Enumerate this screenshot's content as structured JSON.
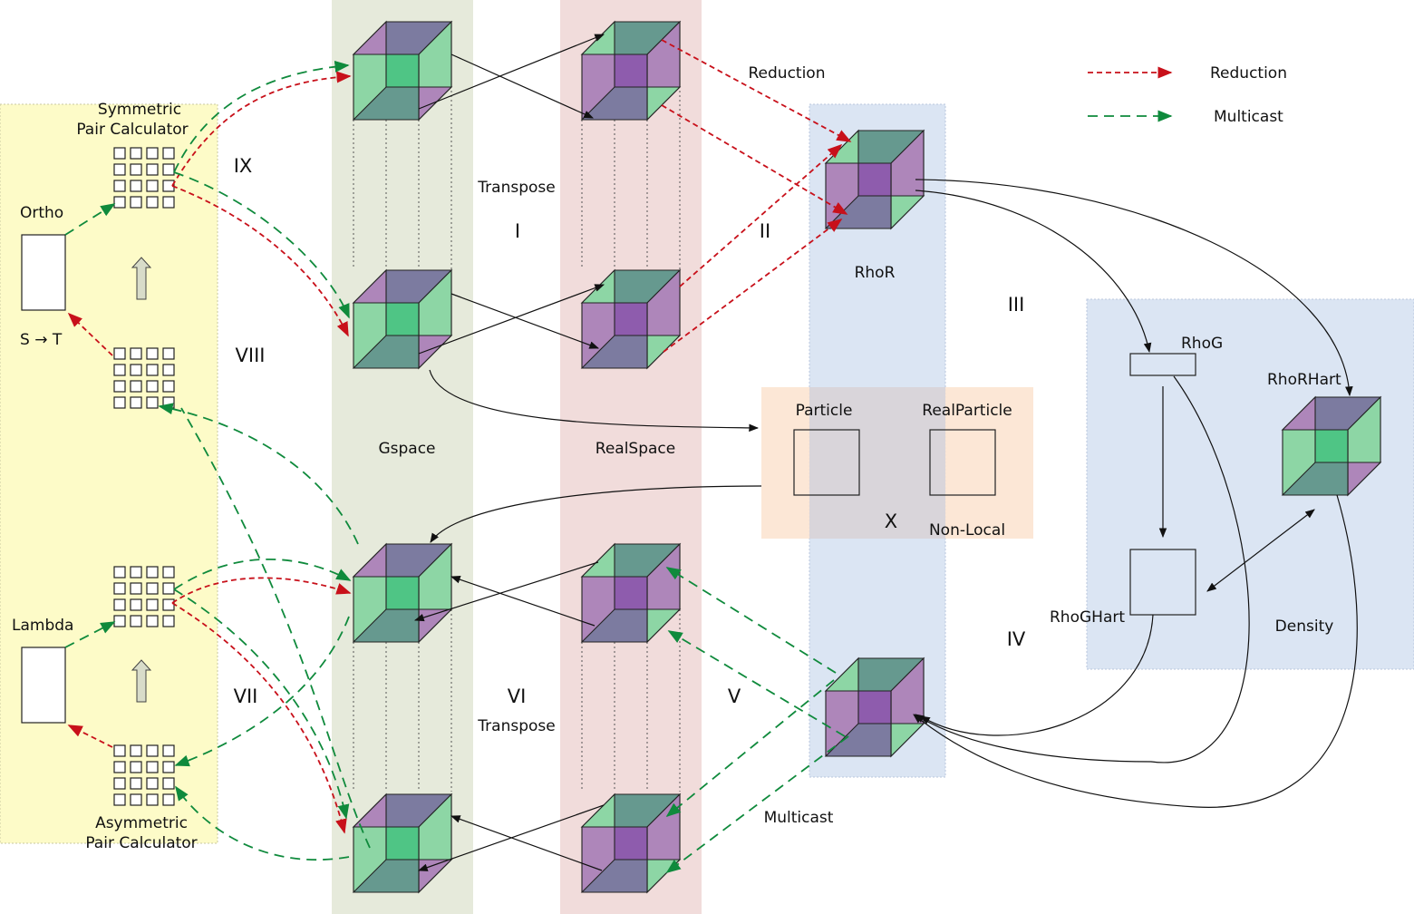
{
  "legend": {
    "reduction": {
      "label": "Reduction",
      "color": "#c8101a"
    },
    "multicast": {
      "label": "Multicast",
      "color": "#0f8a3c"
    }
  },
  "regions": {
    "pair_calc": {
      "color": "#fdfbc8"
    },
    "gspace": {
      "label": "Gspace",
      "color": "#e6eadb"
    },
    "realspace": {
      "label": "RealSpace",
      "color": "#f1dcdb"
    },
    "rhor": {
      "label": "RhoR",
      "color": "#dbe5f3"
    },
    "density": {
      "label": "Density",
      "color": "#dbe5f3"
    },
    "nonlocal": {
      "label": "Non-Local",
      "color": "#fbe3cf"
    }
  },
  "labels": {
    "symmetric_pc_line1": "Symmetric",
    "symmetric_pc_line2": "Pair Calculator",
    "asymmetric_pc_line1": "Asymmetric",
    "asymmetric_pc_line2": "Pair Calculator",
    "ortho": "Ortho",
    "lambda": "Lambda",
    "s_to_t": "S → T",
    "transpose_top": "Transpose",
    "transpose_bottom": "Transpose",
    "reduction_mid": "Reduction",
    "multicast_mid": "Multicast",
    "particle": "Particle",
    "realparticle": "RealParticle",
    "rhog": "RhoG",
    "rhoghart": "RhoGHart",
    "rhorhart": "RhoRHart"
  },
  "phases": {
    "I": "I",
    "II": "II",
    "III": "III",
    "IV": "IV",
    "V": "V",
    "VI": "VI",
    "VII": "VII",
    "VIII": "VIII",
    "IX": "IX",
    "X": "X"
  },
  "cube_colors": {
    "green_light": "#8dd6a5",
    "green_center": "#4fc585",
    "teal": "#66998f",
    "slate": "#7c7ba0",
    "purple_light": "#ae86ba",
    "purple_center": "#8e5cad"
  }
}
